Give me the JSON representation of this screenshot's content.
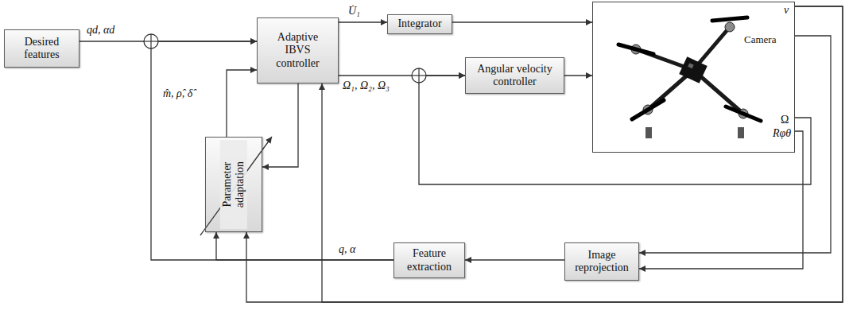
{
  "diagram": {
    "nodes": [
      {
        "text": [
          "Desired features"
        ]
      },
      {
        "text": [
          "Adaptive IBVS controller"
        ]
      },
      {
        "text": [
          "Integrator"
        ]
      },
      {
        "text": [
          "Angular velocity controller"
        ]
      },
      {
        "text": [
          "v",
          "Camera",
          "Ω",
          "Rφθ"
        ]
      },
      {
        "text": [
          "Parameter adaptation"
        ]
      },
      {
        "text": [
          "Feature extraction"
        ]
      },
      {
        "text": [
          "Image reprojection"
        ]
      }
    ],
    "edges": [
      {
        "from": 0,
        "to": 1,
        "arrow": "to",
        "label": "qd, αd"
      },
      {
        "from": 1,
        "to": 2,
        "arrow": "to",
        "label": "U̇₁"
      },
      {
        "from": 2,
        "to": 4,
        "arrow": "to"
      },
      {
        "from": 1,
        "to": 3,
        "arrow": "to",
        "label": "Ω₁, Ω₂, Ω₃"
      },
      {
        "from": 3,
        "to": 4,
        "arrow": "to"
      },
      {
        "from": 4,
        "to": 3,
        "arrow": "to"
      },
      {
        "from": 4,
        "to": 7,
        "arrow": "to"
      },
      {
        "from": 4,
        "to": 7,
        "arrow": "to"
      },
      {
        "from": 7,
        "to": 6,
        "arrow": "to"
      },
      {
        "from": 6,
        "to": 1,
        "arrow": "to",
        "label": "q, α"
      },
      {
        "from": 6,
        "to": 5,
        "arrow": "to"
      },
      {
        "from": 1,
        "to": 5,
        "arrow": "to"
      },
      {
        "from": 5,
        "to": 1,
        "arrow": "to",
        "label": "m̂, ρ̂, δ̂"
      },
      {
        "from": 4,
        "to": 1,
        "arrow": "to"
      },
      {
        "from": 4,
        "to": 5,
        "arrow": "to"
      }
    ]
  }
}
